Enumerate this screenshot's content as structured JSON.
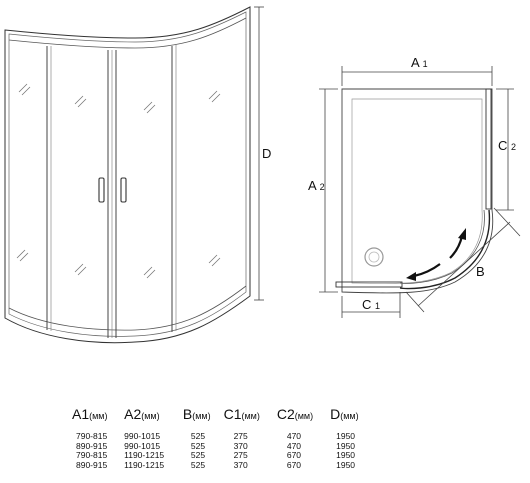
{
  "front_view": {
    "label_height": "D"
  },
  "plan_view": {
    "label_a1": "A1",
    "label_a2": "A2",
    "label_b": "B",
    "label_c1": "C1",
    "label_c2": "C2"
  },
  "spec_table": {
    "headers": [
      {
        "main": "A1",
        "unit": "(мм)"
      },
      {
        "main": "A2",
        "unit": "(мм)"
      },
      {
        "main": "B",
        "unit": "(мм)"
      },
      {
        "main": "C1",
        "unit": "(мм)"
      },
      {
        "main": "C2",
        "unit": "(мм)"
      },
      {
        "main": "D",
        "unit": "(мм)"
      }
    ],
    "rows": [
      [
        "790-815",
        "990-1015",
        "525",
        "275",
        "470",
        "1950"
      ],
      [
        "890-915",
        "990-1015",
        "525",
        "370",
        "470",
        "1950"
      ],
      [
        "790-815",
        "1190-1215",
        "525",
        "275",
        "670",
        "1950"
      ],
      [
        "890-915",
        "1190-1215",
        "525",
        "370",
        "670",
        "1950"
      ]
    ]
  }
}
